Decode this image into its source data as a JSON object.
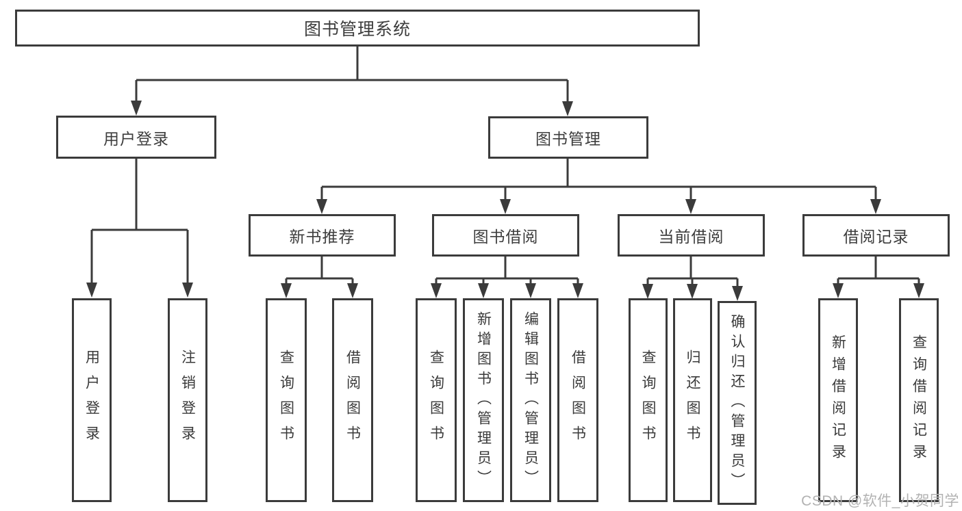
{
  "tree": {
    "root": {
      "label": "图书管理系统"
    },
    "login": {
      "label": "用户登录",
      "leaves": [
        {
          "label": "用户登录"
        },
        {
          "label": "注销登录"
        }
      ]
    },
    "mgmt": {
      "label": "图书管理",
      "groups": [
        {
          "label": "新书推荐",
          "leaves": [
            {
              "label": "查询图书"
            },
            {
              "label": "借阅图书"
            }
          ]
        },
        {
          "label": "图书借阅",
          "leaves": [
            {
              "label": "查询图书"
            },
            {
              "label": "新增图书（管理员）"
            },
            {
              "label": "编辑图书（管理员）"
            },
            {
              "label": "借阅图书"
            }
          ]
        },
        {
          "label": "当前借阅",
          "leaves": [
            {
              "label": "查询图书"
            },
            {
              "label": "归还图书"
            },
            {
              "label": "确认归还（管理员）"
            }
          ]
        },
        {
          "label": "借阅记录",
          "leaves": [
            {
              "label": "新增借阅记录"
            },
            {
              "label": "查询借阅记录"
            }
          ]
        }
      ]
    }
  },
  "watermark": {
    "text": "CSDN @软件_小贺同学"
  },
  "colors": {
    "line": "#3b3b3b",
    "text": "#3d3d3d",
    "box_fill": "#ffffff",
    "watermark": "#b2b2b2",
    "background": "#ffffff"
  }
}
